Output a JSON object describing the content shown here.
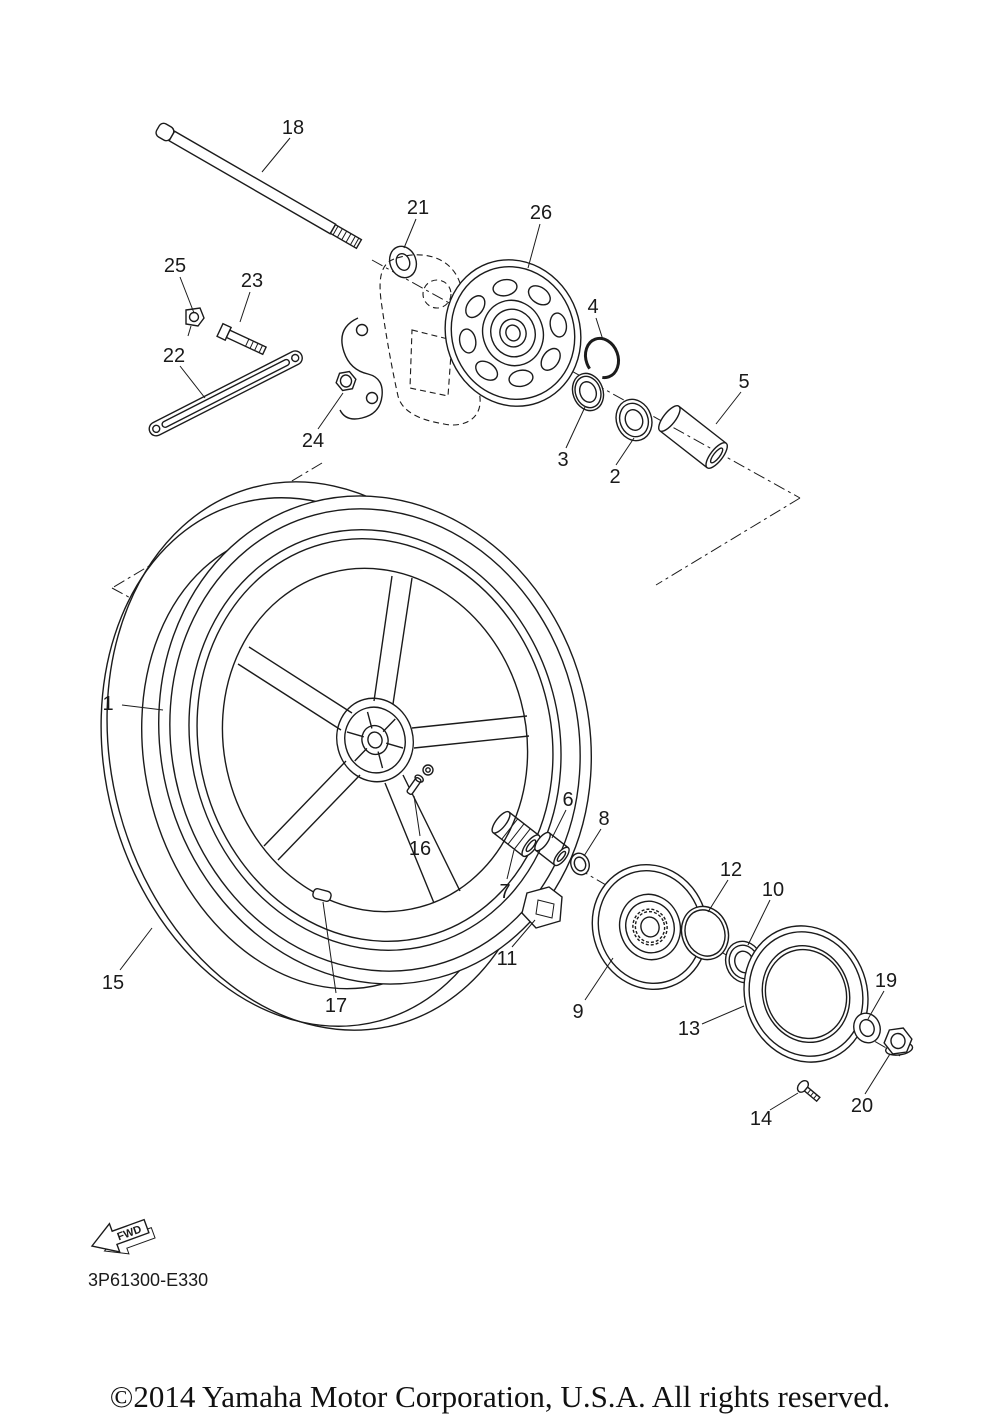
{
  "diagram": {
    "code": "3P61300-E330",
    "fwd_label": "FWD",
    "copyright": "©2014 Yamaha Motor Corporation, U.S.A. All rights reserved.",
    "callouts": [
      {
        "n": "1"
      },
      {
        "n": "2"
      },
      {
        "n": "3"
      },
      {
        "n": "4"
      },
      {
        "n": "5"
      },
      {
        "n": "6"
      },
      {
        "n": "7"
      },
      {
        "n": "8"
      },
      {
        "n": "9"
      },
      {
        "n": "10"
      },
      {
        "n": "11"
      },
      {
        "n": "12"
      },
      {
        "n": "13"
      },
      {
        "n": "14"
      },
      {
        "n": "15"
      },
      {
        "n": "16"
      },
      {
        "n": "17"
      },
      {
        "n": "18"
      },
      {
        "n": "19"
      },
      {
        "n": "20"
      },
      {
        "n": "21"
      },
      {
        "n": "22"
      },
      {
        "n": "23"
      },
      {
        "n": "24"
      },
      {
        "n": "25"
      },
      {
        "n": "26"
      }
    ]
  }
}
